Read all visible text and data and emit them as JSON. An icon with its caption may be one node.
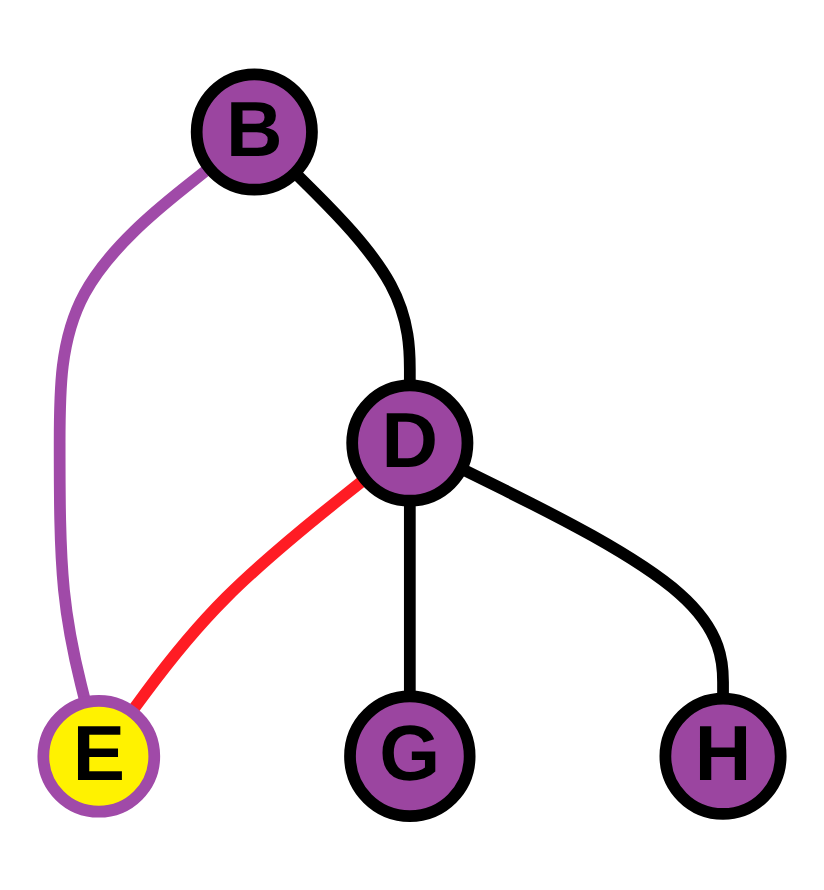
{
  "diagram": {
    "nodes": [
      {
        "text": [
          "B"
        ]
      },
      {
        "text": [
          "D"
        ]
      },
      {
        "text": [
          "E"
        ]
      },
      {
        "text": [
          "G"
        ]
      },
      {
        "text": [
          "H"
        ]
      }
    ],
    "edges": [
      {
        "from": 0,
        "to": 1,
        "arrow": "none"
      },
      {
        "from": 0,
        "to": 2,
        "arrow": "none",
        "color": "#a04aa8"
      },
      {
        "from": 1,
        "to": 2,
        "arrow": "none",
        "color": "#ff1c24"
      },
      {
        "from": 1,
        "to": 3,
        "arrow": "none"
      },
      {
        "from": 1,
        "to": 4,
        "arrow": "none"
      }
    ]
  }
}
